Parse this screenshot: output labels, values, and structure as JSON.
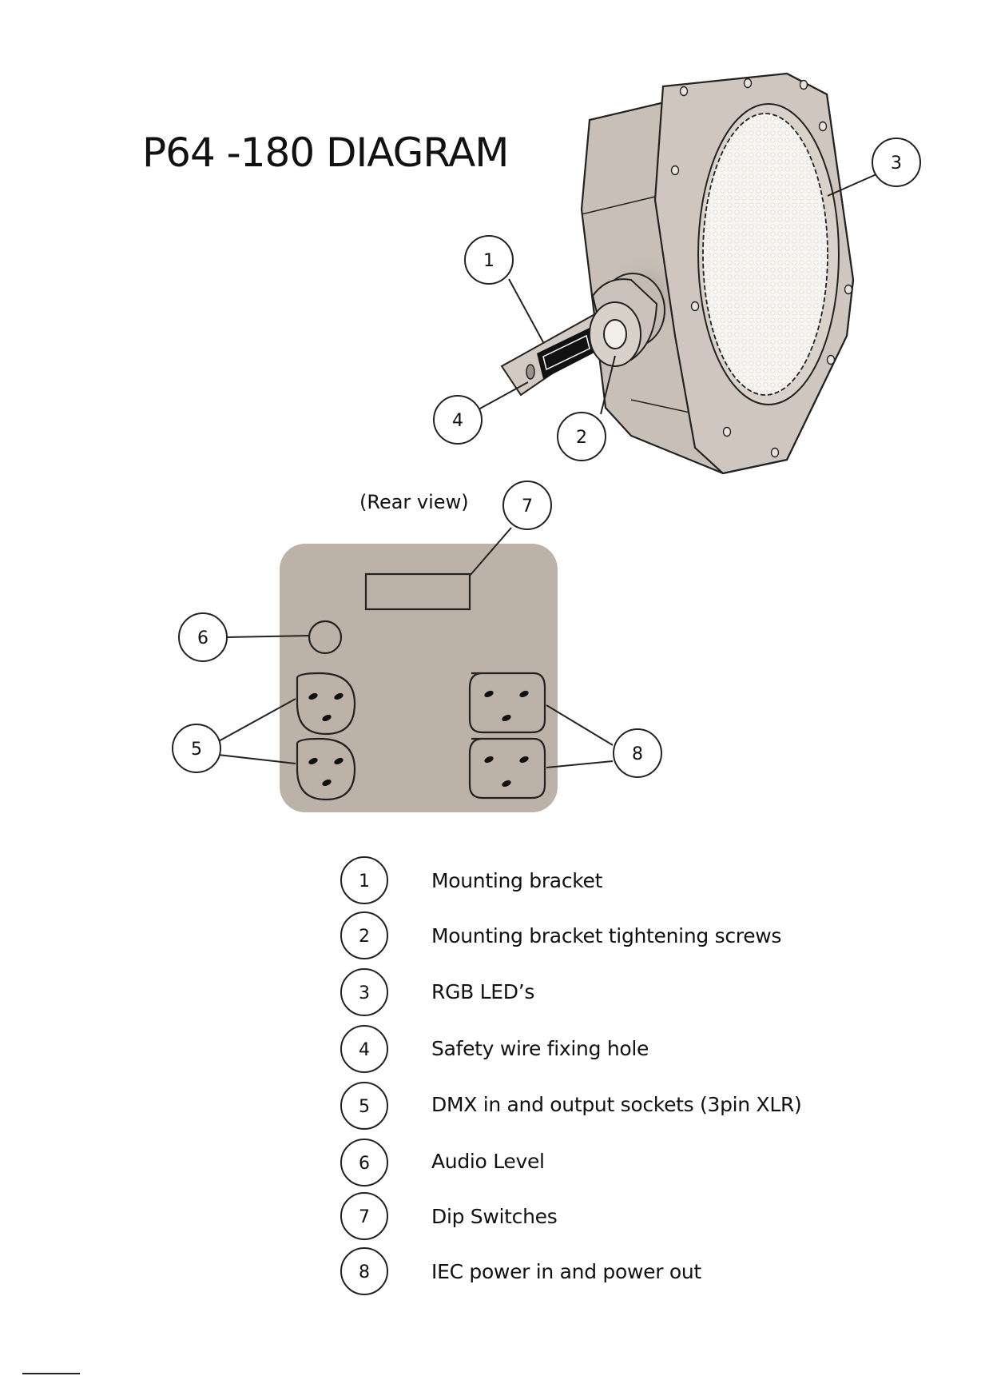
{
  "title": "P64 -180 DIAGRAM",
  "rear_view_label": "(Rear view)",
  "callouts": [
    "1",
    "2",
    "3",
    "4",
    "5",
    "6",
    "7",
    "8"
  ],
  "legend": [
    {
      "num": "1",
      "label": "Mounting bracket"
    },
    {
      "num": "2",
      "label": "Mounting bracket tightening screws"
    },
    {
      "num": "3",
      "label": "RGB LED’s"
    },
    {
      "num": "4",
      "label": "Safety wire fixing hole"
    },
    {
      "num": "5",
      "label": "DMX in and output sockets (3pin XLR)"
    },
    {
      "num": "6",
      "label": "Audio Level"
    },
    {
      "num": "7",
      "label": "Dip Switches"
    },
    {
      "num": "8",
      "label": "IEC power in and power out"
    }
  ],
  "colors": {
    "housing": "#c8bfb6",
    "housing_shade": "#b4aba1",
    "rear_panel": "#bcb2a8",
    "lens": "#f6f4f0",
    "outline": "#222222"
  }
}
